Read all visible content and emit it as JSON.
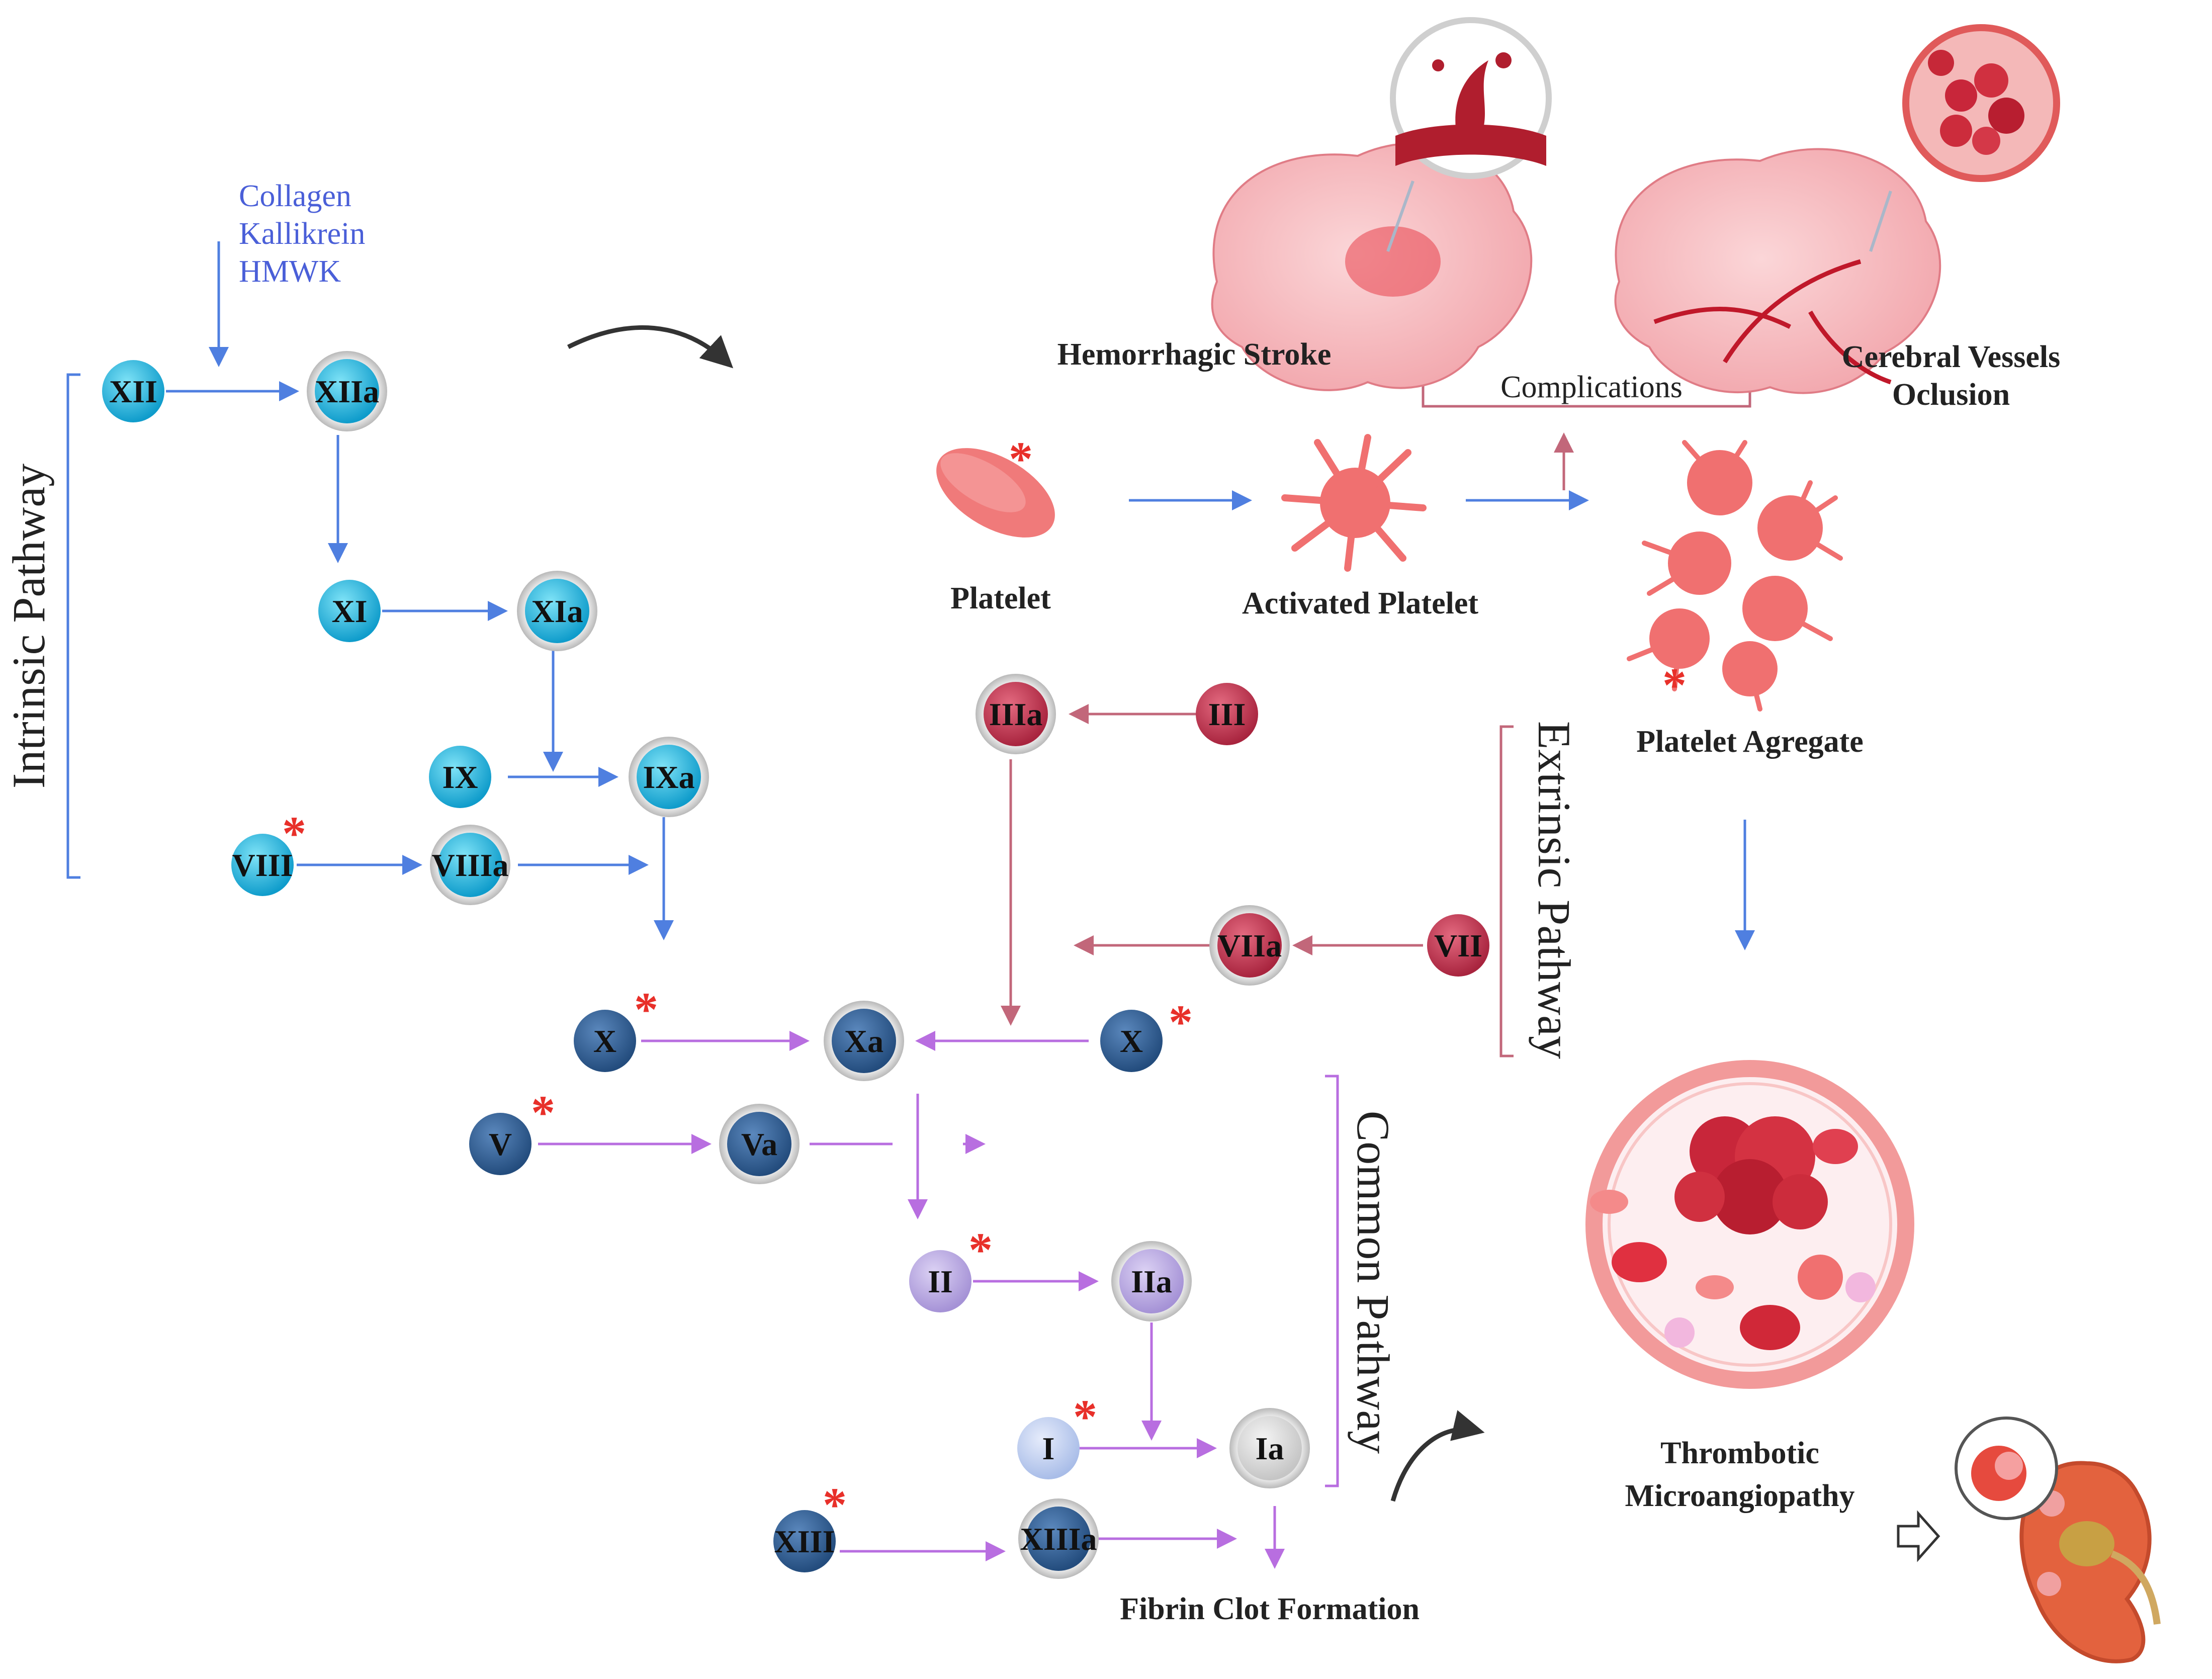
{
  "intrinsic": {
    "pathway_label": "Intrinsic Pathway",
    "activators": [
      "Collagen",
      "Kallikrein",
      "HMWK"
    ],
    "nodes": {
      "XII": "XII",
      "XIIa": "XIIa",
      "XI": "XI",
      "XIa": "XIa",
      "IX": "IX",
      "IXa": "IXa",
      "VIII": "VIII",
      "VIIIa": "VIIIa"
    }
  },
  "extrinsic": {
    "pathway_label": "Extrinsic Pathway",
    "nodes": {
      "III": "III",
      "IIIa": "IIIa",
      "VII": "VII",
      "VIIa": "VIIa"
    }
  },
  "common": {
    "pathway_label": "Common Pathway",
    "nodes": {
      "X_left": "X",
      "Xa": "Xa",
      "X_right": "X",
      "V": "V",
      "Va": "Va",
      "II": "II",
      "IIa": "IIa",
      "I": "I",
      "Ia": "Ia",
      "XIII": "XIII",
      "XIIIa": "XIIIa"
    },
    "outcome": "Fibrin Clot Formation"
  },
  "platelets": {
    "platelet": "Platelet",
    "activated": "Activated Platelet",
    "aggregate": "Platelet Agregate"
  },
  "complications": {
    "label": "Complications",
    "hemorrhagic": "Hemorrhagic Stroke",
    "occlusion_line1": "Cerebral Vessels",
    "occlusion_line2": "Oclusion"
  },
  "tma": {
    "line1": "Thrombotic",
    "line2": "Microangiopathy"
  },
  "star_mark": "*",
  "colors": {
    "intrinsic": "#1fb3dc",
    "extrinsic": "#c23a55",
    "common_dark": "#2f5d91",
    "common_light": "#b7a6dd",
    "arrow_blue": "#4f7fe0",
    "arrow_red": "#c2677a",
    "arrow_purple": "#b86ee0",
    "platelet": "#f07070"
  }
}
